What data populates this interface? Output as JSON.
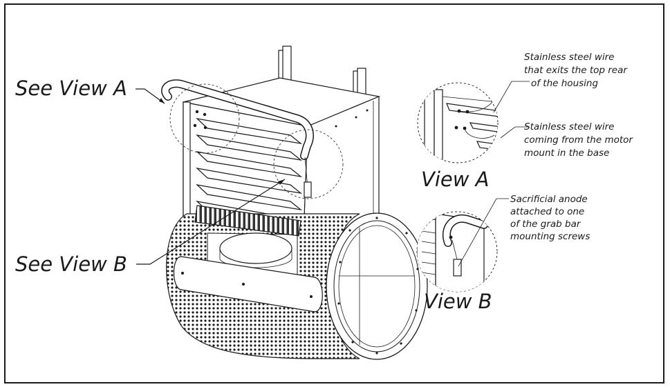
{
  "diagram": {
    "callouts": {
      "see_view_a": "See View A",
      "see_view_b": "See View B",
      "view_a": "View A",
      "view_b": "View B"
    },
    "notes": {
      "wire_top_1": "Stainless steel wire",
      "wire_top_2": "that exits the top rear",
      "wire_top_3": "of the housing",
      "wire_base_1": "Stainless steel wire",
      "wire_base_2": "coming from the motor",
      "wire_base_3": "mount in the base",
      "anode_1": "Sacrificial anode",
      "anode_2": "attached to one",
      "anode_3": "of the grab bar",
      "anode_4": "mounting screws"
    }
  }
}
